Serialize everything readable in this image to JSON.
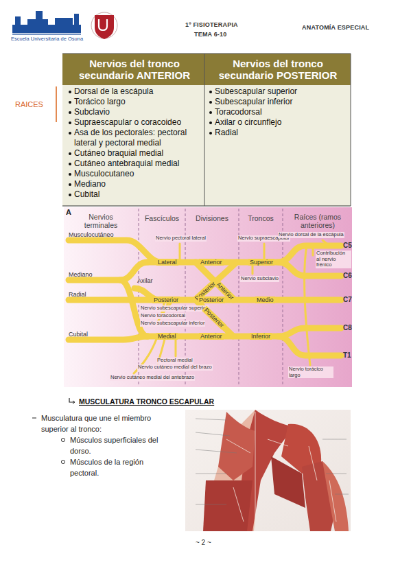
{
  "diagram": {
    "labels": [
      "1º FISIOTERAPIA",
      "TEMA 6-10",
      "ANATOMÍA ESPECIAL",
      "Escuela Universitaria de Osuna",
      "Nervios del tronco secundario ANTERIOR",
      "Nervios del tronco secundario POSTERIOR",
      "RAICES",
      "Dorsal de la escápula",
      "Torácico largo",
      "Subclavio",
      "Supraescapular o coracoideo",
      "Asa de los pectorales: pectoral lateral y pectoral medial",
      "Cutáneo braquial medial",
      "Cutáneo antebraquial medial",
      "Musculocutaneo",
      "Mediano",
      "Cubital",
      "Subescapular superior",
      "Subescapular inferior",
      "Toracodorsal",
      "Axilar o circunflejo",
      "Radial",
      "A",
      "Nervios terminales",
      "Fascículos",
      "Divisiones",
      "Troncos",
      "Raíces (ramos anteriores)",
      "Musculocutáneo",
      "Nervio pectoral lateral",
      "Nervio supraescapular",
      "Nervio dorsal de la escápula",
      "C5",
      "Contribución al nervio frénico",
      "Lateral",
      "Anterior",
      "Superior",
      "C6",
      "Mediano",
      "Axilar",
      "Anterior",
      "Posterior",
      "Nervio subclavio",
      "Radial",
      "Posterior",
      "Posterior",
      "Medio",
      "C7",
      "Nervio subescapular superior",
      "Nervio toracodorsal",
      "Nervio subescapular inferior",
      "Posterior",
      "C8",
      "Cubital",
      "Medial",
      "Anterior",
      "Inferior",
      "T1",
      "Pectoral medial",
      "Nervio cutáneo medial del brazo",
      "Nervio cutáneo medial del antebrazo",
      "Nervio torácico largo",
      "MUSCULATURA TRONCO ESCAPULAR",
      "Musculatura que une el miembro superior al tronco:",
      "Músculos superficiales del dorso.",
      "Músculos de la región pectoral.",
      "~ 2 ~"
    ]
  }
}
